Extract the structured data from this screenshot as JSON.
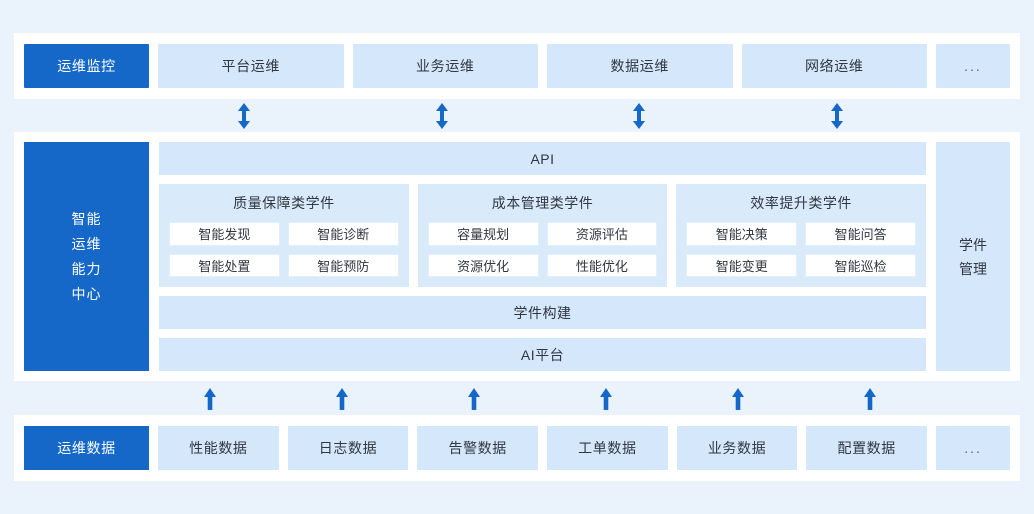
{
  "monitoring_row": {
    "accent_label": "运维监控",
    "items": [
      {
        "label": "平台运维"
      },
      {
        "label": "业务运维"
      },
      {
        "label": "数据运维"
      },
      {
        "label": "网络运维"
      }
    ],
    "ellipsis": "..."
  },
  "center_row": {
    "accent_label": "智能\n运维\n能力\n中心",
    "accent_lines": [
      "智能",
      "运维",
      "能力",
      "中心"
    ],
    "api_label": "API",
    "build_label": "学件构建",
    "platform_label": "AI平台",
    "right_label_lines": [
      "学件",
      "管理"
    ],
    "groups": [
      {
        "title": "质量保障类学件",
        "items": [
          "智能发现",
          "智能诊断",
          "智能处置",
          "智能预防"
        ]
      },
      {
        "title": "成本管理类学件",
        "items": [
          "容量规划",
          "资源评估",
          "资源优化",
          "性能优化"
        ]
      },
      {
        "title": "效率提升类学件",
        "items": [
          "智能决策",
          "智能问答",
          "智能变更",
          "智能巡检"
        ]
      }
    ]
  },
  "data_row": {
    "accent_label": "运维数据",
    "items": [
      {
        "label": "性能数据"
      },
      {
        "label": "日志数据"
      },
      {
        "label": "告警数据"
      },
      {
        "label": "工单数据"
      },
      {
        "label": "业务数据"
      },
      {
        "label": "配置数据"
      }
    ],
    "ellipsis": "..."
  },
  "connectors": {
    "double_arrow_icon": "double-headed-vertical-arrow-icon",
    "double_arrow_count": 4,
    "up_arrow_icon": "up-arrow-icon",
    "up_arrow_count": 6
  },
  "colors": {
    "page_background": "#eaf2fc",
    "card_background": "#ffffff",
    "accent_blue": "#1668c8",
    "light_blue": "#d5e8fb",
    "group_blue": "#d9ebfb",
    "text": "#313640"
  }
}
